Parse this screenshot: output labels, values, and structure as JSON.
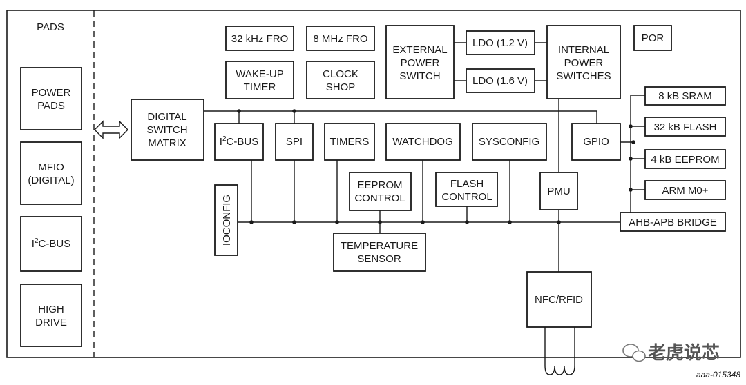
{
  "pads_title": "PADS",
  "pads": {
    "power": [
      "POWER",
      "PADS"
    ],
    "mfio": [
      "MFIO",
      "(DIGITAL)"
    ],
    "i2c_pre": "I",
    "i2c_sup": "2",
    "i2c_post": "C-BUS",
    "high_drive": [
      "HIGH",
      "DRIVE"
    ]
  },
  "blocks": {
    "fro32": "32 kHz FRO",
    "fro8": "8 MHz FRO",
    "wakeup": [
      "WAKE-UP",
      "TIMER"
    ],
    "clock": [
      "CLOCK",
      "SHOP"
    ],
    "ext_power": [
      "EXTERNAL",
      "POWER",
      "SWITCH"
    ],
    "ldo12": "LDO (1.2 V)",
    "ldo16": "LDO (1.6 V)",
    "int_power": [
      "INTERNAL",
      "POWER",
      "SWITCHES"
    ],
    "por": "POR",
    "dsm": [
      "DIGITAL",
      "SWITCH",
      "MATRIX"
    ],
    "i2c_pre": "I",
    "i2c_sup": "2",
    "i2c_post": "C-BUS",
    "spi": "SPI",
    "timers": "TIMERS",
    "watchdog": "WATCHDOG",
    "sysconfig": "SYSCONFIG",
    "gpio": "GPIO",
    "eeprom_ctrl": [
      "EEPROM",
      "CONTROL"
    ],
    "flash_ctrl": [
      "FLASH",
      "CONTROL"
    ],
    "pmu": "PMU",
    "ioconfig": "IOCONFIG",
    "temp": [
      "TEMPERATURE",
      "SENSOR"
    ],
    "nfc": "NFC/RFID",
    "sram": "8 kB SRAM",
    "flash": "32 kB FLASH",
    "eeprom": "4 kB EEPROM",
    "arm": "ARM M0+",
    "ahb": "AHB-APB BRIDGE"
  },
  "watermark": "老虎说芯",
  "figure_id": "aaa-015348",
  "colors": {
    "line": "#1a1a1a",
    "background": "#ffffff",
    "watermark": "#555555"
  }
}
